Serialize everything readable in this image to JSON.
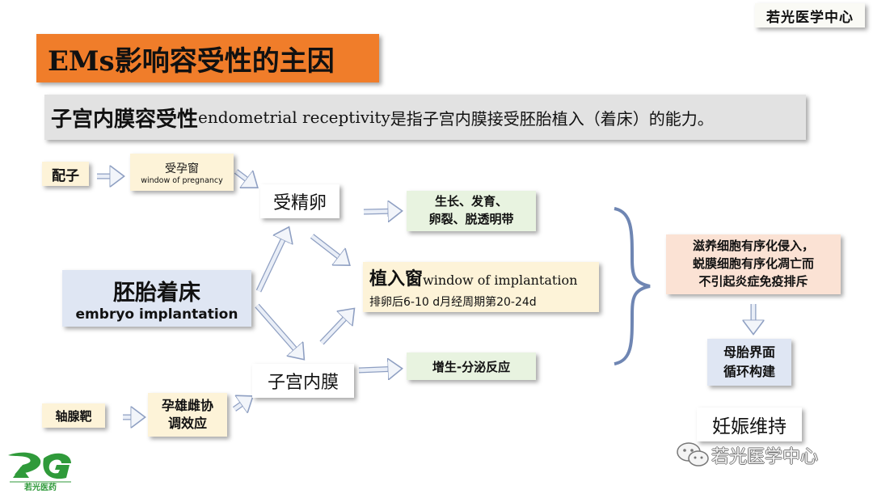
{
  "brand_tag": "若光医学中心",
  "title": "EMs影响容受性的主因",
  "definition": {
    "term": "子宫内膜容受性",
    "english": "endometrial  receptivity",
    "rest": "是指子宫内膜接受胚胎植入（着床）的能力。"
  },
  "nodes": {
    "gamete": "配子",
    "window_pregnancy_zh": "受孕窗",
    "window_pregnancy_en": "window of pregnancy",
    "fertilized_egg": "受精卵",
    "growth_line1": "生长、发育、",
    "growth_line2": "卵裂、脱透明带",
    "embryo_zh": "胚胎着床",
    "embryo_en": "embryo implantation",
    "window_implantation_zh": "植入窗",
    "window_implantation_en": "window of implantation",
    "window_implantation_sub": "排卵后6-10 d月经周期第20-24d",
    "endometrium": "子宫内膜",
    "proliferation": "增生-分泌反应",
    "axis": "轴腺靶",
    "hormone_line1": "孕雄雌协",
    "hormone_line2": "调效应",
    "troph_line1": "滋养细胞有序化侵入，",
    "troph_line2": "蜕膜细胞有序化凋亡而",
    "troph_line3": "不引起炎症免疫排斥",
    "maternal_line1": "母胎界面",
    "maternal_line2": "循环构建",
    "pregnancy": "妊娠维持"
  },
  "logo_text": "若光医药",
  "watermark": "若光医学中心",
  "colors": {
    "title_bg": "#f07d2a",
    "arrow": "#aab9d6",
    "embryo_bg": "#dfe6f3"
  }
}
